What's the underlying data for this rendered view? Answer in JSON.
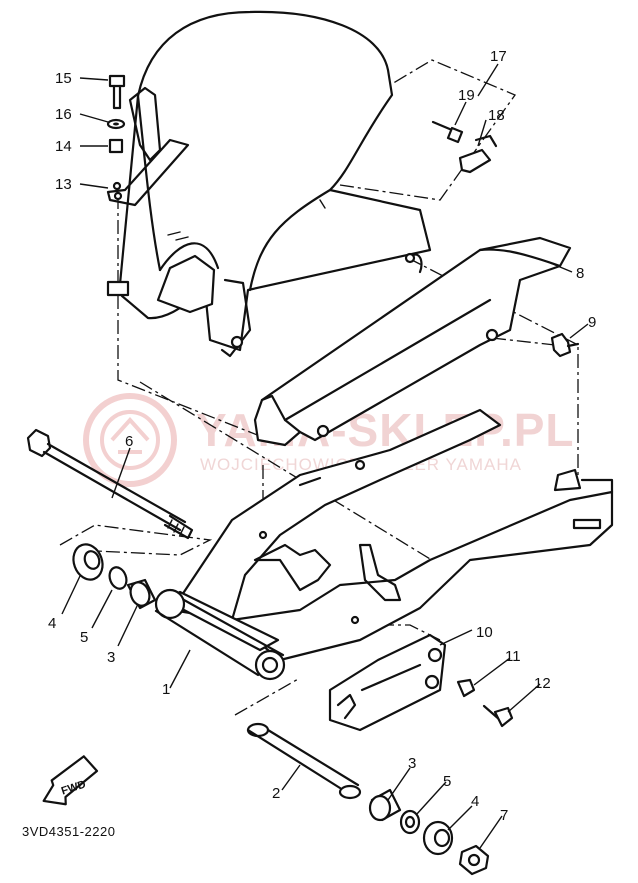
{
  "watermark": {
    "title": "YAMA-SKLEP.PL",
    "subtitle": "WOJCIECHOWICZ DEALER YAMAHA"
  },
  "diagram_code": "3VD4351-2220",
  "fwd_label": "FWD",
  "callouts": [
    {
      "id": "callout-15",
      "label": "15"
    },
    {
      "id": "callout-16",
      "label": "16"
    },
    {
      "id": "callout-14",
      "label": "14"
    },
    {
      "id": "callout-13",
      "label": "13"
    },
    {
      "id": "callout-17",
      "label": "17"
    },
    {
      "id": "callout-19",
      "label": "19"
    },
    {
      "id": "callout-18",
      "label": "18"
    },
    {
      "id": "callout-8",
      "label": "8"
    },
    {
      "id": "callout-9",
      "label": "9"
    },
    {
      "id": "callout-6",
      "label": "6"
    },
    {
      "id": "callout-10",
      "label": "10"
    },
    {
      "id": "callout-11",
      "label": "11"
    },
    {
      "id": "callout-12",
      "label": "12"
    },
    {
      "id": "callout-4a",
      "label": "4"
    },
    {
      "id": "callout-5a",
      "label": "5"
    },
    {
      "id": "callout-3a",
      "label": "3"
    },
    {
      "id": "callout-1",
      "label": "1"
    },
    {
      "id": "callout-2",
      "label": "2"
    },
    {
      "id": "callout-3b",
      "label": "3"
    },
    {
      "id": "callout-5b",
      "label": "5"
    },
    {
      "id": "callout-4b",
      "label": "4"
    },
    {
      "id": "callout-7",
      "label": "7"
    }
  ]
}
